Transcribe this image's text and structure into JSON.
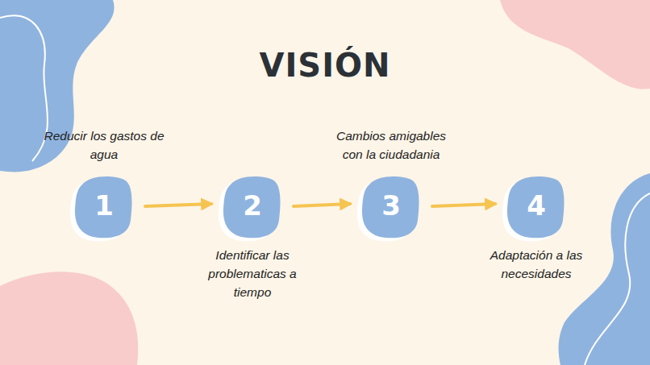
{
  "diagram": {
    "title": "VISIÓN",
    "nodes": [
      {
        "text": [
          "1",
          "Reducir los gastos de agua"
        ]
      },
      {
        "text": [
          "2",
          "Identificar las problematicas a tiempo"
        ]
      },
      {
        "text": [
          "3",
          "Cambios amigables con la ciudadania"
        ]
      },
      {
        "text": [
          "4",
          "Adaptación a las necesidades"
        ]
      }
    ],
    "edges": [
      {
        "from": 0,
        "to": 1,
        "arrow": "to"
      },
      {
        "from": 1,
        "to": 2,
        "arrow": "to"
      },
      {
        "from": 2,
        "to": 3,
        "arrow": "to"
      }
    ]
  }
}
